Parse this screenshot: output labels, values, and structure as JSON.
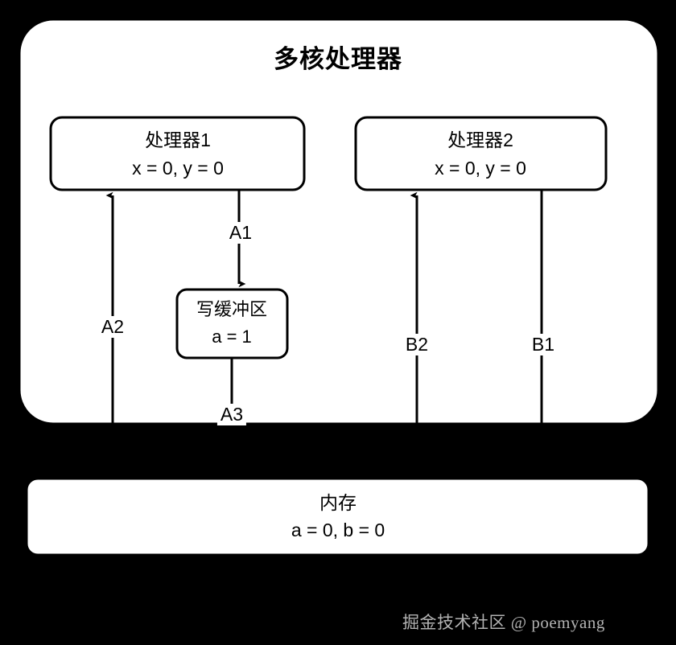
{
  "diagram": {
    "type": "architecture-diagram",
    "title": "多核处理器",
    "background_color": "#000000",
    "box_fill_color": "#ffffff",
    "stroke_color": "#000000",
    "nodes": [
      {
        "id": "multicore-processor",
        "label": "多核处理器",
        "role": "outer-container"
      },
      {
        "id": "processor-1",
        "label": "处理器1",
        "values": "x = 0, y = 0"
      },
      {
        "id": "processor-2",
        "label": "处理器2",
        "values": "x = 0, y = 0"
      },
      {
        "id": "write-buffer",
        "label": "写缓冲区",
        "values": "a = 1"
      },
      {
        "id": "memory",
        "label": "内存",
        "values": "a = 0, b = 0"
      }
    ],
    "edges": [
      {
        "id": "A1",
        "label": "A1",
        "from": "processor-1",
        "to": "write-buffer",
        "direction": "down",
        "arrowhead": true
      },
      {
        "id": "A2",
        "label": "A2",
        "from": "memory",
        "to": "processor-1",
        "direction": "up",
        "arrowhead": true
      },
      {
        "id": "A3",
        "label": "A3",
        "from": "write-buffer",
        "to": "memory",
        "direction": "down",
        "arrowhead": false
      },
      {
        "id": "B1",
        "label": "B1",
        "from": "processor-2",
        "to": "memory",
        "direction": "down",
        "arrowhead": false
      },
      {
        "id": "B2",
        "label": "B2",
        "from": "memory",
        "to": "processor-2",
        "direction": "up",
        "arrowhead": true
      }
    ]
  },
  "outer": {
    "title": "多核处理器"
  },
  "processor1": {
    "title": "处理器1",
    "values": "x = 0, y = 0"
  },
  "processor2": {
    "title": "处理器2",
    "values": "x = 0, y = 0"
  },
  "write_buffer": {
    "title": "写缓冲区",
    "values": "a = 1"
  },
  "memory": {
    "title": "内存",
    "values": "a = 0, b = 0"
  },
  "edges": {
    "a1": "A1",
    "a2": "A2",
    "a3": "A3",
    "b1": "B1",
    "b2": "B2"
  },
  "watermark": {
    "text": "掘金技术社区 @ poemyang"
  }
}
